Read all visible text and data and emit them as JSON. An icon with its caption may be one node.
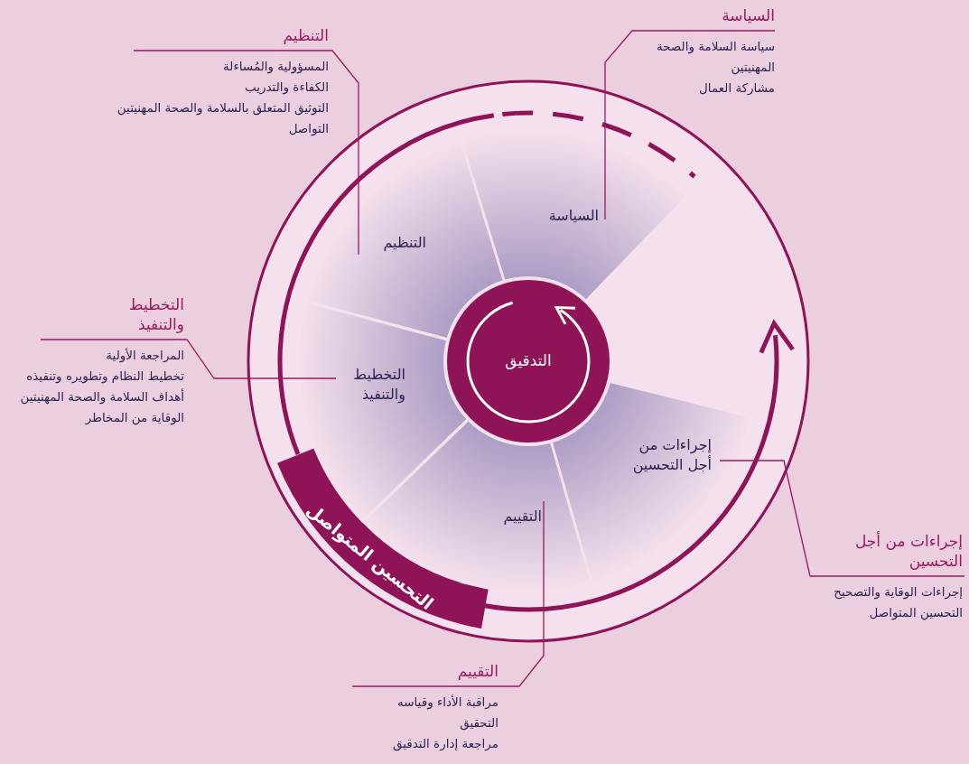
{
  "diagram": {
    "nodes": [
      {
        "text": [
          "التحسين المتواصل"
        ]
      },
      {
        "text": [
          "السياسة"
        ]
      },
      {
        "text": [
          "التنظيم"
        ]
      },
      {
        "text": [
          "التخطيط والتنفيذ"
        ]
      },
      {
        "text": [
          "التقييم"
        ]
      },
      {
        "text": [
          "إجراءات من أجل التحسين"
        ]
      },
      {
        "text": [
          "التدقيق"
        ]
      },
      {
        "text": [
          "السياسة",
          "سياسة السلامة والصحة المهنيتين",
          "مشاركة العمال"
        ]
      },
      {
        "text": [
          "التنظيم",
          "المسؤولية والمُساءلة",
          "الكفاءة والتدريب",
          "التوثيق المتعلق بالسلامة والصحة المهنيتين",
          "التواصل"
        ]
      },
      {
        "text": [
          "التخطيط والتنفيذ",
          "المراجعة الأولية",
          "تخطيط النظام وتطويره وتنفيذه",
          "أهداف السلامة والصحة المهنيتين",
          "الوقاية من المخاطر"
        ]
      },
      {
        "text": [
          "إجراءات من أجل التحسين",
          "إجراءات الوقاية والتصحيح",
          "التحسين المتواصل"
        ]
      },
      {
        "text": [
          "التقييم",
          "مراقبة الأداء وقياسه",
          "التحقيق",
          "مراجعة إدارة التدقيق"
        ]
      }
    ],
    "edges": [
      {
        "from": 7,
        "to": 1,
        "arrow": "none"
      },
      {
        "from": 8,
        "to": 2,
        "arrow": "none"
      },
      {
        "from": 9,
        "to": 3,
        "arrow": "none"
      },
      {
        "from": 10,
        "to": 5,
        "arrow": "none"
      },
      {
        "from": 11,
        "to": 4,
        "arrow": "none"
      }
    ]
  }
}
